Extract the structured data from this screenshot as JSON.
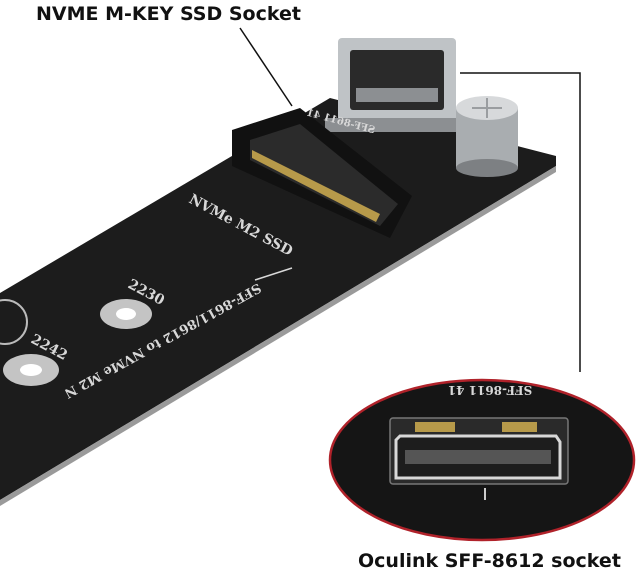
{
  "callouts": {
    "top_label": "NVME M-KEY SSD Socket",
    "bottom_label": "Oculink SFF-8612 socket"
  },
  "board_silkscreen": {
    "title": "NVMe M2 SSD",
    "hole_2230": "2230",
    "hole_2242": "2242",
    "description": "SFF-8611/8612 to NVMe M2 N",
    "top_marking": "SFF-8611 41",
    "inset_marking": "SFF-8611 41"
  },
  "colors": {
    "board": "#1c1c1c",
    "inset_border": "#b0222a",
    "label_text": "#111111"
  }
}
